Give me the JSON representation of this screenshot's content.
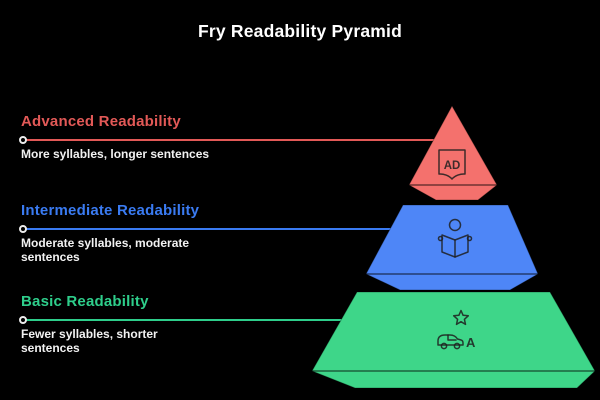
{
  "title": "Fry Readability Pyramid",
  "background": "#000000",
  "text_color": "#ffffff",
  "pyramid": {
    "levels": [
      {
        "label": "Advanced Readability",
        "description": "More syllables, longer sentences",
        "fill": "#f4716d",
        "label_color": "#e25957",
        "icon": "open-book-ad-icon",
        "icon_text": "AD"
      },
      {
        "label": "Intermediate Readability",
        "description": "Moderate syllables, moderate sentences",
        "fill": "#4e86f7",
        "label_color": "#3a7bf2",
        "icon": "person-reading-icon",
        "icon_text": ""
      },
      {
        "label": "Basic Readability",
        "description": "Fewer syllables, shorter sentences",
        "fill": "#3ed689",
        "label_color": "#2ece8b",
        "icon": "star-and-toy-car-icon",
        "icon_text": "A"
      }
    ]
  }
}
